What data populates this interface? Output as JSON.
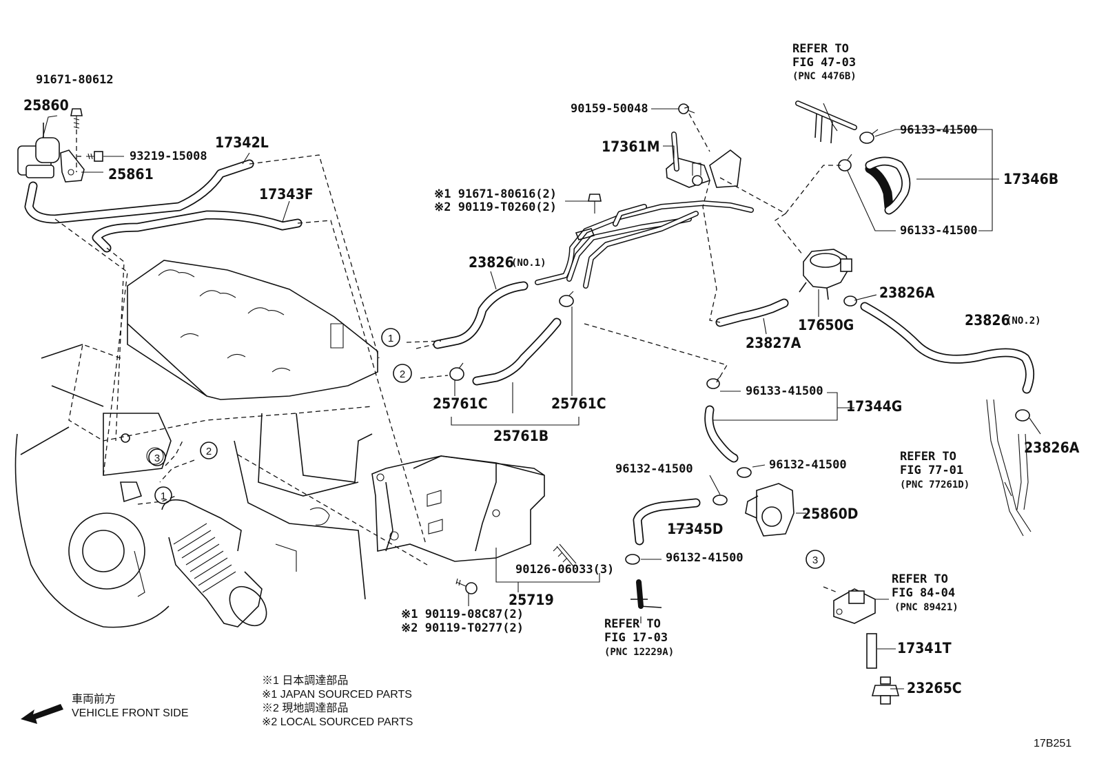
{
  "figure_code": "17B251",
  "callouts": [
    "1",
    "2",
    "3"
  ],
  "parts": {
    "p25860": "25860",
    "p91671_80612": "91671-80612",
    "p93219": "93219-15008",
    "p25861": "25861",
    "p17342L": "17342L",
    "p17343F": "17343F",
    "p90159": "90159-50048",
    "p17361M": "17361M",
    "p91671_80616": "※1 91671-80616(2)",
    "p90119_T0260": "※2 90119-T0260(2)",
    "p23826_no1": "23826",
    "p23826_no1_suffix": "(NO.1)",
    "p25761C_a": "25761C",
    "p25761C_b": "25761C",
    "p25761B": "25761B",
    "p96133_top": "96133-41500",
    "p96133_mid": "96133-41500",
    "p17346B": "17346B",
    "p23826A_a": "23826A",
    "p17650G": "17650G",
    "p23827A": "23827A",
    "p23826_no2": "23826",
    "p23826_no2_suffix": "(NO.2)",
    "p96133_low": "96133-41500",
    "p17344G": "17344G",
    "p96132_a": "96132-41500",
    "p96132_b": "96132-41500",
    "p25860D": "25860D",
    "p17345D": "17345D",
    "p96132_c": "96132-41500",
    "p23826A_b": "23826A",
    "p90126": "90126-06033(3)",
    "p25719": "25719",
    "p90119_08C87": "※1 90119-08C87(2)",
    "p90119_T0277": "※2 90119-T0277(2)",
    "p17341T": "17341T",
    "p23265C": "23265C"
  },
  "refs": {
    "fig47": [
      "REFER TO",
      "FIG 47-03",
      "(PNC 4476B)"
    ],
    "fig77": [
      "REFER TO",
      "FIG 77-01",
      "(PNC 77261D)"
    ],
    "fig17": [
      "REFER TO",
      "FIG 17-03",
      "(PNC 12229A)"
    ],
    "fig84": [
      "REFER TO",
      "FIG 84-04",
      "(PNC 89421)"
    ]
  },
  "legend": {
    "direction_jp": "車両前方",
    "direction_en": "VEHICLE FRONT SIDE",
    "note1_jp": "※1  日本調達部品",
    "note1_en": "※1  JAPAN SOURCED PARTS",
    "note2_jp": "※2  現地調達部品",
    "note2_en": "※2  LOCAL SOURCED PARTS"
  }
}
